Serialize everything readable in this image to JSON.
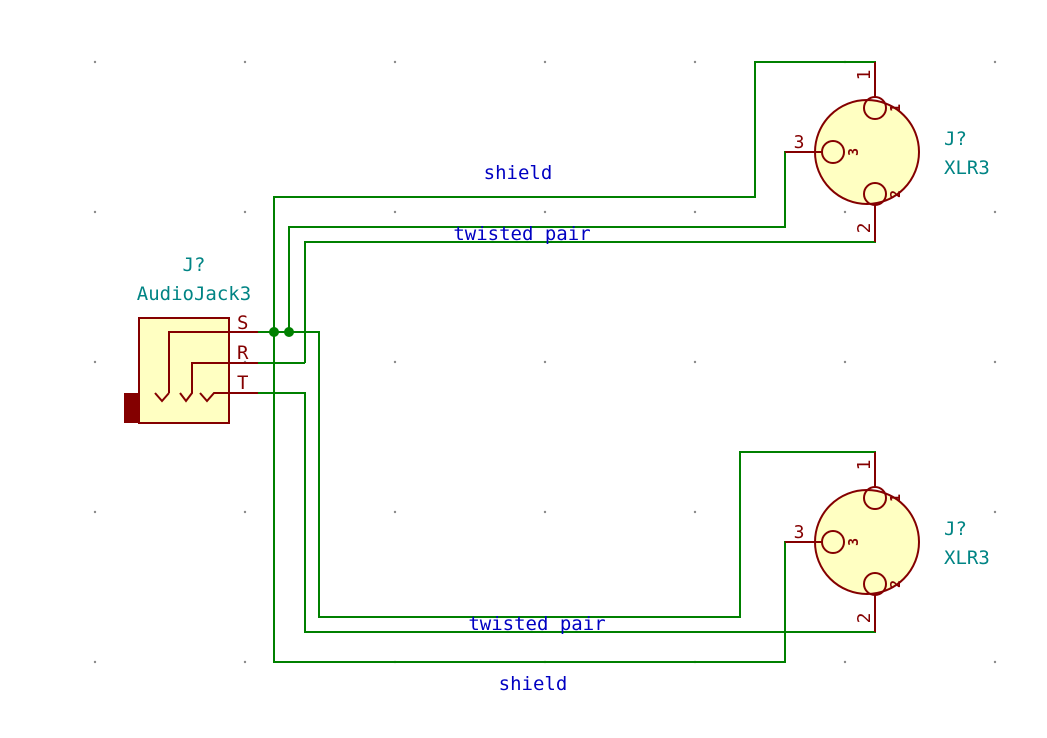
{
  "colors": {
    "background": "#ffffff",
    "wire": "#008000",
    "junction": "#008000",
    "component_outline": "#840000",
    "component_fill": "#ffffc2",
    "pin_text": "#840000",
    "reference_text": "#008484",
    "net_label": "#0000c2",
    "grid_dot": "#8a8a8a"
  },
  "audio_jack": {
    "reference": "J?",
    "value": "AudioJack3",
    "pins": {
      "sleeve": "S",
      "ring": "R",
      "tip": "T"
    }
  },
  "xlr_top": {
    "reference": "J?",
    "value": "XLR3",
    "pins": {
      "p1": "1",
      "p2": "2",
      "p3": "3"
    }
  },
  "xlr_bottom": {
    "reference": "J?",
    "value": "XLR3",
    "pins": {
      "p1": "1",
      "p2": "2",
      "p3": "3"
    }
  },
  "net_labels": {
    "shield_top": "shield",
    "twisted_pair_top": "twisted pair",
    "twisted_pair_bottom": "twisted pair",
    "shield_bottom": "shield"
  }
}
